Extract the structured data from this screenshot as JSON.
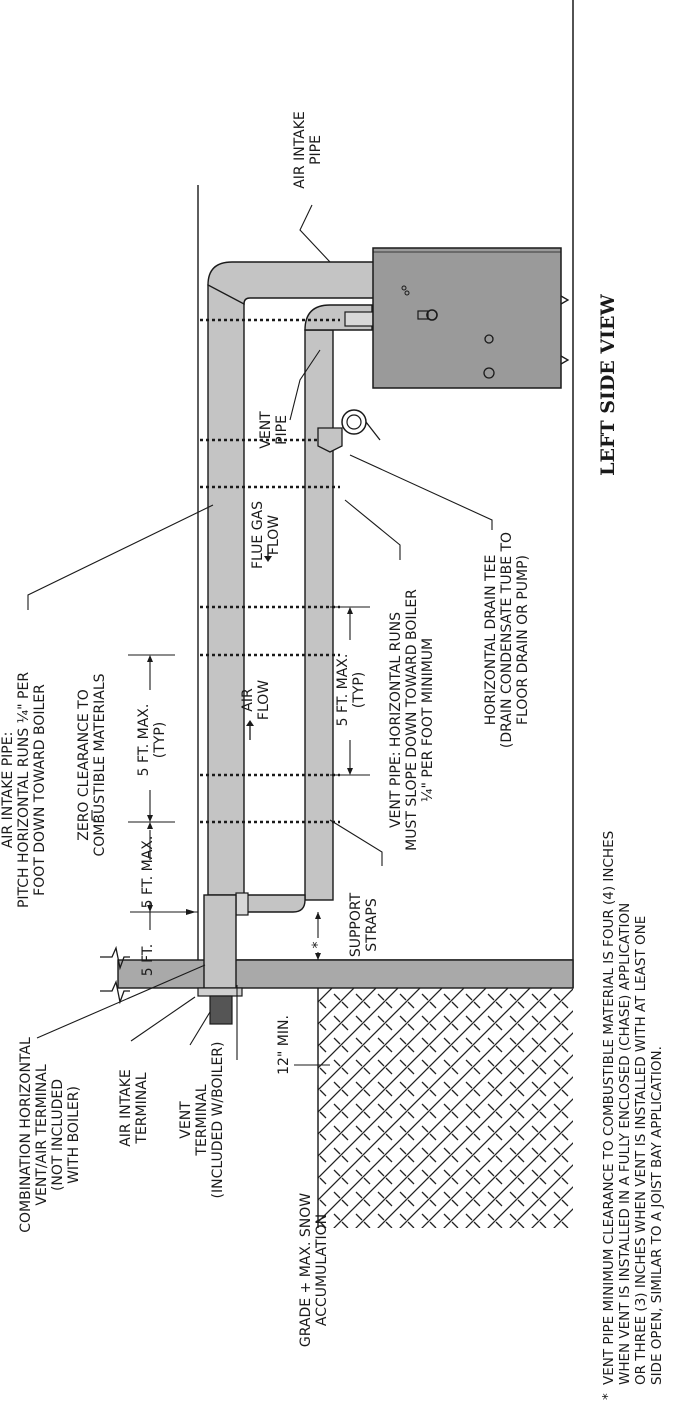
{
  "labels": {
    "air_intake_pipe_top": [
      "AIR INTAKE",
      "PIPE"
    ],
    "view_title": "LEFT SIDE VIEW",
    "vent_pipe": [
      "VENT",
      "PIPE"
    ],
    "flue_gas_flow": [
      "FLUE GAS",
      "FLOW"
    ],
    "air_flow": [
      "AIR",
      "FLOW"
    ],
    "horizontal_drain_tee": [
      "HORIZONTAL DRAIN TEE",
      "(DRAIN CONDENSATE TUBE TO",
      "FLOOR DRAIN OR PUMP)"
    ],
    "vent_pipe_slope": [
      "VENT PIPE: HORIZONTAL RUNS",
      "MUST SLOPE DOWN TOWARD BOILER",
      "¼\" PER FOOT MINIMUM"
    ],
    "five_ft_max_typ_lower": [
      "5 FT. MAX.",
      "(TYP)"
    ],
    "five_ft_max_typ_upper": [
      "5 FT. MAX.",
      "(TYP)"
    ],
    "zero_clearance": [
      "ZERO CLEARANCE TO",
      "COMBUSTIBLE MATERIALS"
    ],
    "air_intake_pitch": [
      "AIR INTAKE PIPE:",
      "PITCH HORIZONTAL RUNS ¼\" PER",
      "FOOT DOWN TOWARD BOILER"
    ],
    "five_ft_max": "5 FT. MAX.",
    "five_ft": "5 FT.",
    "support_straps": [
      "SUPPORT",
      "STRAPS"
    ],
    "asterisk": "*",
    "combination_terminal": [
      "COMBINATION HORIZONTAL",
      "VENT/AIR TERMINAL",
      "(NOT INCLUDED",
      "WITH BOILER)"
    ],
    "air_intake_terminal": [
      "AIR INTAKE",
      "TERMINAL"
    ],
    "vent_terminal": [
      "VENT",
      "TERMINAL",
      "(INCLUDED W/BOILER)"
    ],
    "twelve_min": "12\" MIN.",
    "grade_snow": [
      "GRADE + MAX. SNOW",
      "ACCUMULATION"
    ]
  },
  "footnote": {
    "marker": "*",
    "lines": [
      "VENT PIPE MINIMUM CLEARANCE TO COMBUSTIBLE MATERIAL IS FOUR (4) INCHES",
      "WHEN VENT IS INSTALLED IN A FULLY ENCLOSED (CHASE) APPLICATION",
      "OR THREE (3) INCHES WHEN VENT IS INSTALLED WITH AT LEAST ONE",
      "SIDE OPEN, SIMILAR TO A JOIST BAY APPLICATION."
    ]
  },
  "colors": {
    "pipe_fill": "#c4c4c4",
    "wall_fill": "#a9a9a9",
    "boiler_fill": "#9a9a9a",
    "line": "#1a1a1a"
  }
}
